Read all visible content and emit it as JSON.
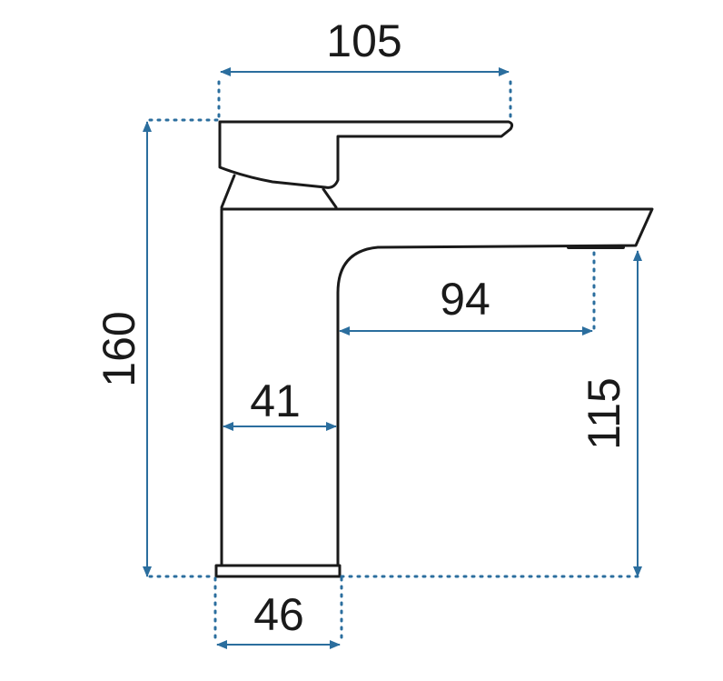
{
  "colors": {
    "outline": "#1a1a1a",
    "dimension": "#2b6e9e",
    "text": "#1a1a1a",
    "background": "#ffffff"
  },
  "dimensions": {
    "handle_length": "105",
    "total_height": "160",
    "spout_reach": "94",
    "body_width": "41",
    "spout_height": "115",
    "base_width": "46"
  }
}
